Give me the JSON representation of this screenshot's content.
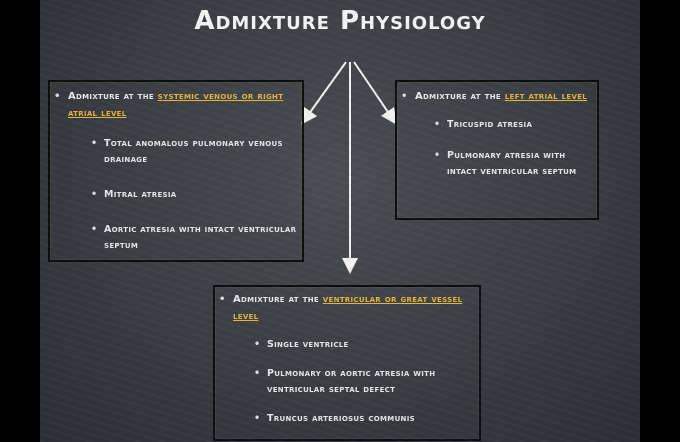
{
  "title": "Admixture Physiology",
  "box_systemic": {
    "head_prefix": "Admixture at the ",
    "head_highlight": "systemic venous or right atrial level",
    "items": [
      "Total anomalous pulmonary venous drainage",
      "Mitral atresia",
      "Aortic atresia with intact ventricular septum"
    ]
  },
  "box_left_atrial": {
    "head_prefix": "Admixture at the ",
    "head_highlight": "left atrial level",
    "items": [
      "Tricuspid atresia",
      "Pulmonary atresia with intact ventricular septum"
    ]
  },
  "box_ventricular": {
    "head_prefix": "Admixture at the ",
    "head_highlight": "ventricular or great vessel level",
    "items": [
      "Single ventricle",
      "Pulmonary or aortic atresia with ventricular septal defect",
      "Truncus arteriosus communis"
    ]
  }
}
